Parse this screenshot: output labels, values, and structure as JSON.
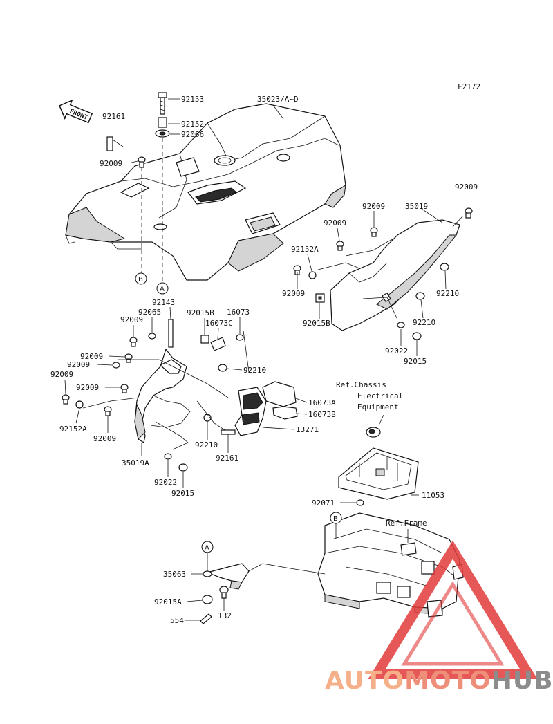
{
  "diagram_code": "F2172",
  "front_arrow_label": "FRONT",
  "parts": {
    "p92153": "92153",
    "p35023": "35023/A~D",
    "p92161_top": "92161",
    "p92152": "92152",
    "p92066": "92066",
    "p92009_a": "92009",
    "p92009_b": "92009",
    "p92009_c": "92009",
    "p35019": "35019",
    "p92009_d": "92009",
    "p92152A_a": "92152A",
    "p92009_e": "92009",
    "p92210_a": "92210",
    "p92015B_a": "92015B",
    "p92210_b": "92210",
    "p92022_a": "92022",
    "p92015_a": "92015",
    "p92143": "92143",
    "p92065": "92065",
    "p92015B_b": "92015B",
    "p16073": "16073",
    "p16073C": "16073C",
    "p92009_f": "92009",
    "p92009_g": "92009",
    "p92009_h": "92009",
    "p92009_i": "92009",
    "p92009_j": "92009",
    "p92210_c": "92210",
    "p16073A": "16073A",
    "p16073B": "16073B",
    "p13271": "13271",
    "p92152A_b": "92152A",
    "p92009_k": "92009",
    "p92210_d": "92210",
    "p92161_bot": "92161",
    "p35019A": "35019A",
    "p92022_b": "92022",
    "p92015_b": "92015",
    "p92071": "92071",
    "p11053": "11053",
    "p35063": "35063",
    "p92015A": "92015A",
    "p132": "132",
    "p554": "554"
  },
  "refs": {
    "chassis_l1": "Ref.Chassis",
    "chassis_l2": "Electrical",
    "chassis_l3": "Equipment",
    "frame": "Ref.Frame"
  },
  "callouts": {
    "A": "A",
    "B": "B"
  },
  "watermark": {
    "part1": "AUTO",
    "part2": "MOTO",
    "part3": "HUB",
    "colors": {
      "auto": "#f5b08a",
      "moto": "#ee8f7a",
      "hub": "#8c8c8c",
      "triangle": "#e23a3a"
    }
  }
}
